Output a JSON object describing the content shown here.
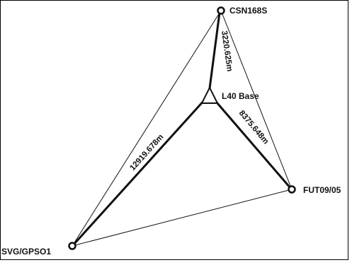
{
  "diagram": {
    "stations": [
      {
        "id": "csn",
        "name": "CSN168S",
        "marker": "circle-target-icon"
      },
      {
        "id": "l40",
        "name": "L40 Base",
        "marker": "triangle-base-icon"
      },
      {
        "id": "fut",
        "name": "FUT09/05",
        "marker": "circle-target-icon"
      },
      {
        "id": "svg",
        "name": "SVG/GPSO1",
        "marker": "circle-target-icon"
      }
    ],
    "baselines": [
      {
        "from": "l40",
        "to": "csn",
        "distance": "3220.625m"
      },
      {
        "from": "l40",
        "to": "fut",
        "distance": "8375.648m"
      },
      {
        "from": "l40",
        "to": "svg",
        "distance": "12919.678m"
      }
    ],
    "outer_links": [
      {
        "from": "csn",
        "to": "svg"
      },
      {
        "from": "csn",
        "to": "fut"
      },
      {
        "from": "svg",
        "to": "fut"
      }
    ],
    "colors": {
      "line": "#111111",
      "border": "#000000",
      "background": "#ffffff"
    }
  }
}
